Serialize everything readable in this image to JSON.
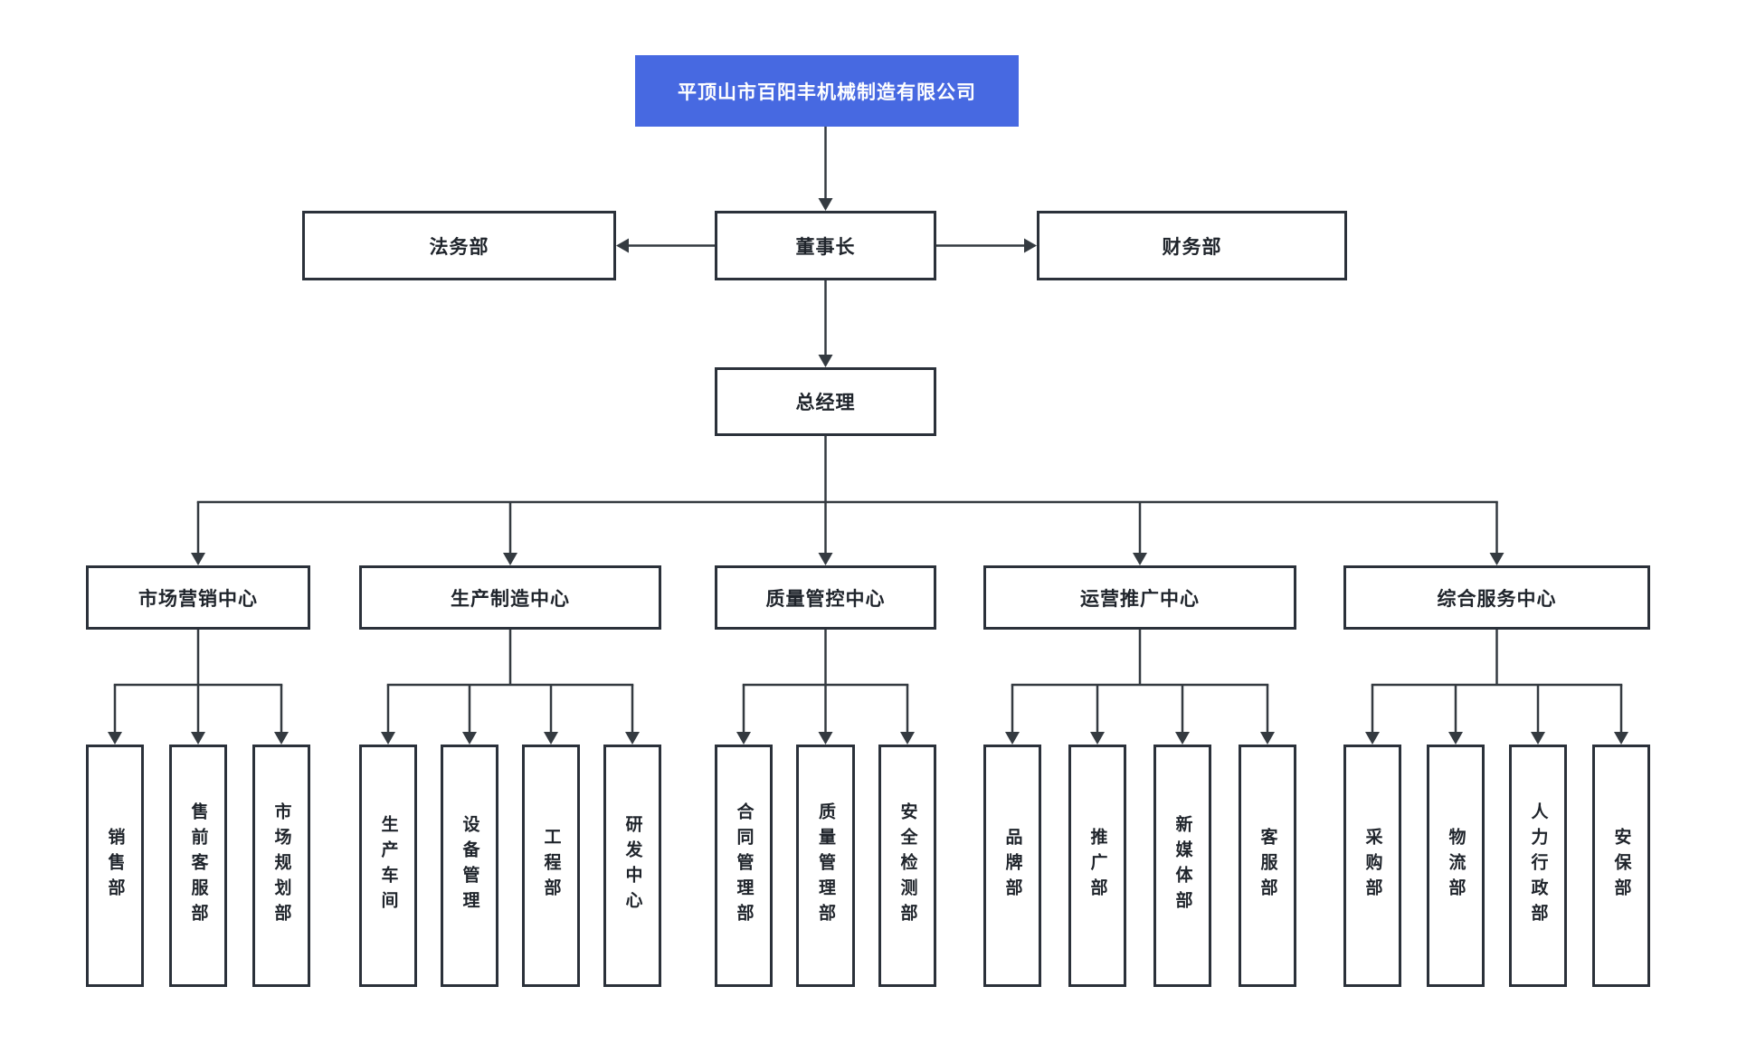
{
  "colors": {
    "root_background": "#4769e1",
    "root_text": "#ffffff",
    "box_border": "#2b313a",
    "box_text": "#1f242b",
    "connector_line": "#343a40"
  },
  "org": {
    "company": {
      "label": "平顶山市百阳丰机械制造有限公司"
    },
    "chairman": {
      "label": "董事长"
    },
    "staff_left": {
      "label": "法务部"
    },
    "staff_right": {
      "label": "财务部"
    },
    "general_manager": {
      "label": "总经理"
    },
    "centers": [
      {
        "label": "市场营销中心",
        "children": [
          {
            "label": "销售部"
          },
          {
            "label": "售前客服部"
          },
          {
            "label": "市场规划部"
          }
        ]
      },
      {
        "label": "生产制造中心",
        "children": [
          {
            "label": "生产车间"
          },
          {
            "label": "设备管理"
          },
          {
            "label": "工程部"
          },
          {
            "label": "研发中心"
          }
        ]
      },
      {
        "label": "质量管控中心",
        "children": [
          {
            "label": "合同管理部"
          },
          {
            "label": "质量管理部"
          },
          {
            "label": "安全检测部"
          }
        ]
      },
      {
        "label": "运营推广中心",
        "children": [
          {
            "label": "品牌部"
          },
          {
            "label": "推广部"
          },
          {
            "label": "新媒体部"
          },
          {
            "label": "客服部"
          }
        ]
      },
      {
        "label": "综合服务中心",
        "children": [
          {
            "label": "采购部"
          },
          {
            "label": "物流部"
          },
          {
            "label": "人力行政部"
          },
          {
            "label": "安保部"
          }
        ]
      }
    ]
  }
}
